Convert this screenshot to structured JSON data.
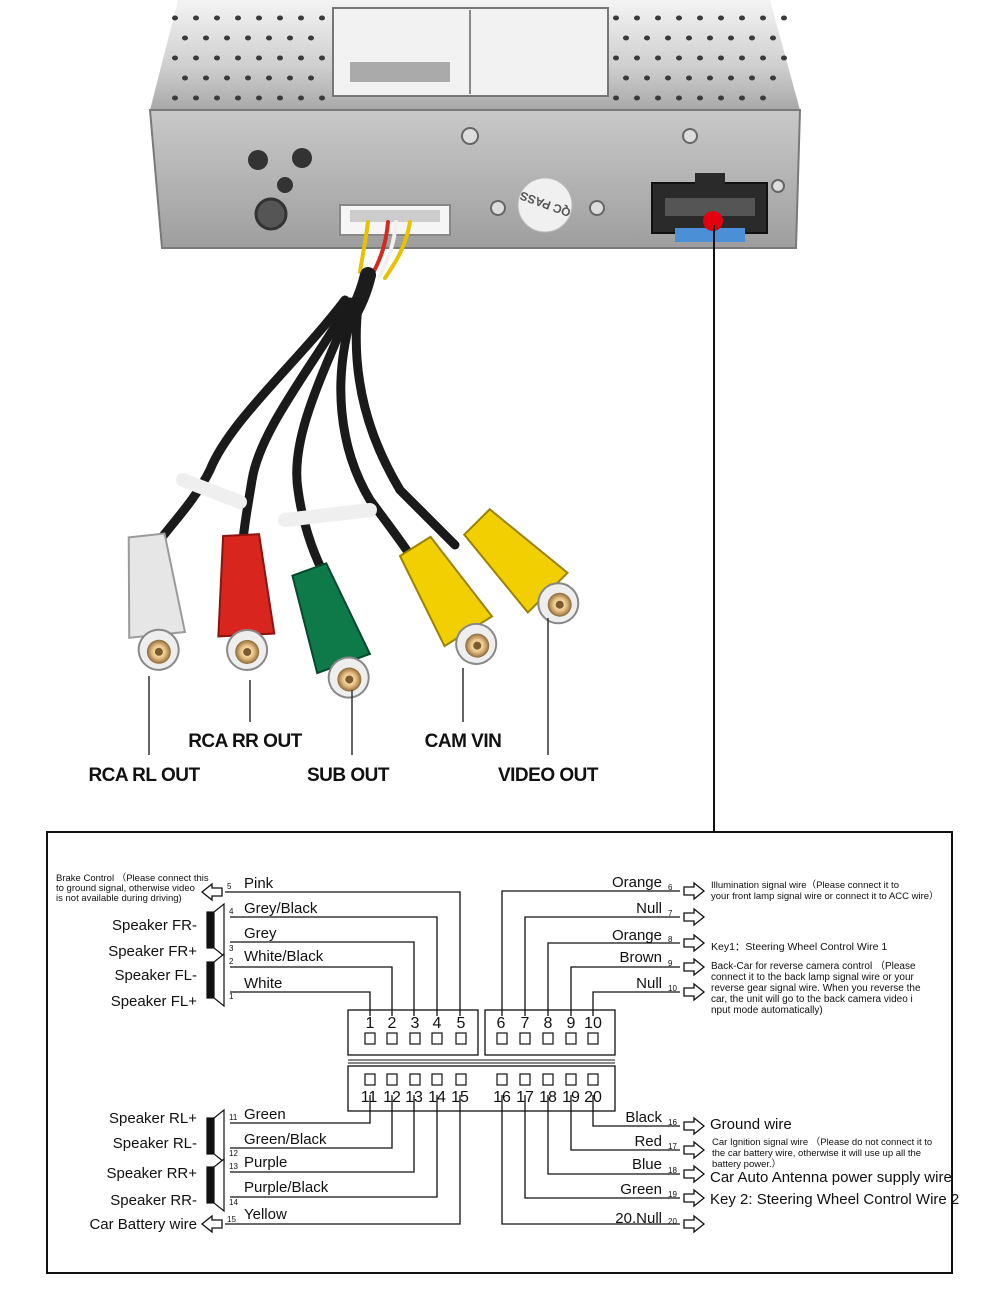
{
  "photo": {
    "qc_sticker": "QC PASS",
    "rca_labels": [
      "RCA RL OUT",
      "RCA RR OUT",
      "SUB OUT",
      "CAM VIN",
      "VIDEO OUT"
    ],
    "plug_colors": {
      "white": "#e6e6e6",
      "red": "#d8261f",
      "green": "#0e7a4a",
      "yellow": "#f2cf00",
      "chassis": "#b9b9b9"
    }
  },
  "diagram": {
    "connector_top_pins": [
      "1",
      "2",
      "3",
      "4",
      "5",
      "6",
      "7",
      "8",
      "9",
      "10"
    ],
    "connector_bottom_pins": [
      "11",
      "12",
      "13",
      "14",
      "15",
      "16",
      "17",
      "18",
      "19",
      "20"
    ],
    "left_wires": [
      {
        "pin": "5",
        "color": "Pink",
        "desc_lines": [
          "Brake Control （Please connect this",
          "to ground signal, otherwise video",
          "is not available during driving)"
        ]
      },
      {
        "pin": "4",
        "color": "Grey/Black",
        "desc": "Speaker FR-"
      },
      {
        "pin": "",
        "color": "Grey",
        "desc": "Speaker FR+"
      },
      {
        "pin": "3",
        "color": "White/Black",
        "desc": "Speaker FL-"
      },
      {
        "pin": "2",
        "color": "White",
        "desc": "Speaker FL+"
      },
      {
        "pin": "1",
        "color": "",
        "desc": ""
      },
      {
        "pin": "11",
        "color": "Green",
        "desc": "Speaker RL+"
      },
      {
        "pin": "",
        "color": "Green/Black",
        "desc": "Speaker RL-"
      },
      {
        "pin": "12",
        "color": "",
        "desc": ""
      },
      {
        "pin": "13",
        "color": "Purple",
        "desc": "Speaker RR+"
      },
      {
        "pin": "",
        "color": "Purple/Black",
        "desc": "Speaker RR-"
      },
      {
        "pin": "14",
        "color": "",
        "desc": ""
      },
      {
        "pin": "15",
        "color": "Yellow",
        "desc": "Car Battery wire"
      }
    ],
    "right_wires": [
      {
        "pin": "6",
        "color": "Orange",
        "desc_lines": [
          "Illumination signal wire（Please connect it to",
          "your front lamp signal wire or connect it to ACC wire）"
        ]
      },
      {
        "pin": "7",
        "color": "Null",
        "desc_lines": []
      },
      {
        "pin": "8",
        "color": "Orange",
        "desc_lines": [
          "Key1：Steering Wheel Control Wire 1"
        ]
      },
      {
        "pin": "",
        "color": "Brown",
        "desc_lines": [
          "Back-Car for reverse camera control （Please",
          "connect it to the back lamp signal wire or your",
          "reverse gear signal wire. When you reverse the",
          "car, the unit will go to the back camera video i",
          "nput mode automatically)"
        ]
      },
      {
        "pin": "9",
        "color": "",
        "desc_lines": []
      },
      {
        "pin": "10",
        "color": "Null",
        "desc_lines": []
      },
      {
        "pin": "16",
        "color": "Black",
        "desc_lines": [
          "Ground wire"
        ]
      },
      {
        "pin": "17",
        "color": "Red",
        "desc_lines": [
          "Car Ignition signal wire （Please do not connect it to",
          "the car battery wire, otherwise it will use up all the",
          "battery power.）"
        ]
      },
      {
        "pin": "18",
        "color": "Blue",
        "desc_lines": [
          "Car Auto Antenna power supply wire"
        ]
      },
      {
        "pin": "19",
        "color": "Green",
        "desc_lines": [
          "Key 2: Steering Wheel Control Wire 2"
        ]
      },
      {
        "pin": "20",
        "color": "20.Null",
        "desc_lines": []
      }
    ]
  }
}
